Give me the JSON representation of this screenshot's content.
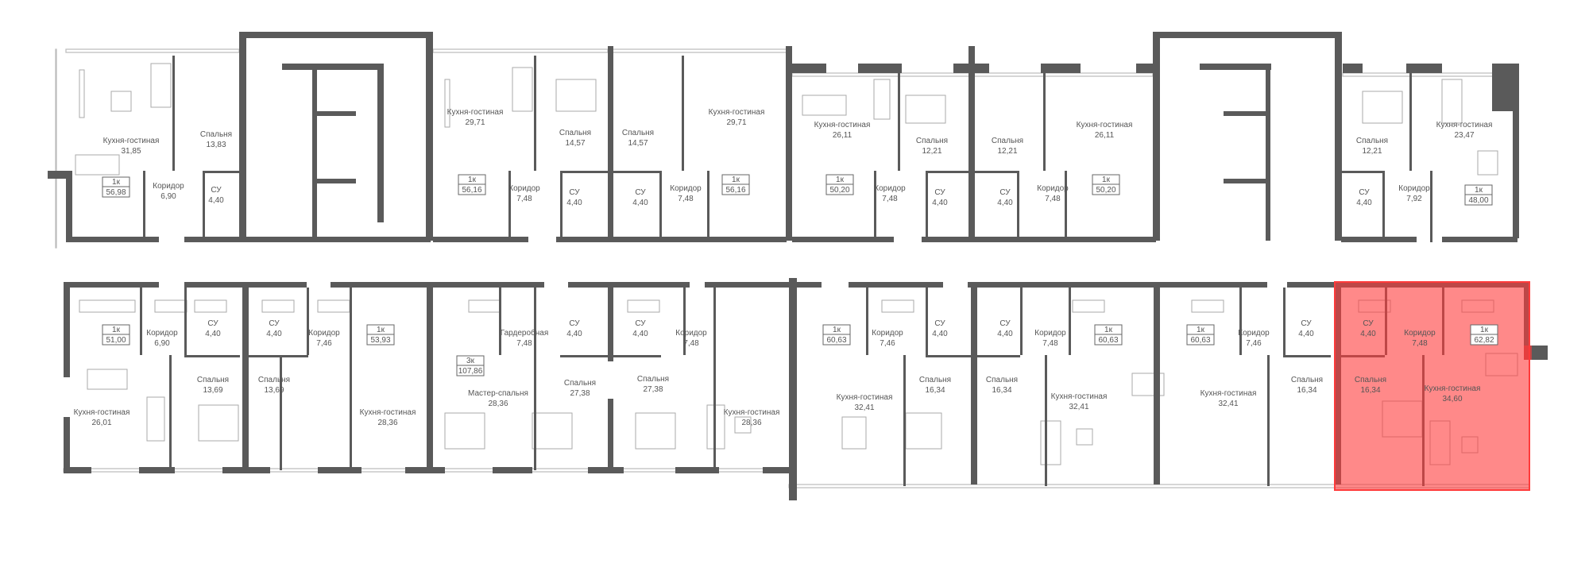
{
  "highlight_color": "#ff3b3b",
  "selected_unit_index": 12,
  "units": [
    {
      "type": "1к",
      "area": "56,98",
      "rooms": [
        {
          "name": "Кухня-гостиная",
          "area": "31,85"
        },
        {
          "name": "Спальня",
          "area": "13,83"
        },
        {
          "name": "Коридор",
          "area": "6,90"
        },
        {
          "name": "СУ",
          "area": "4,40"
        }
      ]
    },
    {
      "type": "1к",
      "area": "56,16",
      "rooms": [
        {
          "name": "Кухня-гостиная",
          "area": "29,71"
        },
        {
          "name": "Спальня",
          "area": "14,57"
        },
        {
          "name": "Коридор",
          "area": "7,48"
        },
        {
          "name": "СУ",
          "area": "4,40"
        }
      ]
    },
    {
      "type": "1к",
      "area": "56,16",
      "rooms": [
        {
          "name": "Кухня-гостиная",
          "area": "29,71"
        },
        {
          "name": "Спальня",
          "area": "14,57"
        },
        {
          "name": "Коридор",
          "area": "7,48"
        },
        {
          "name": "СУ",
          "area": "4,40"
        }
      ]
    },
    {
      "type": "1к",
      "area": "50,20",
      "rooms": [
        {
          "name": "Кухня-гостиная",
          "area": "26,11"
        },
        {
          "name": "Спальня",
          "area": "12,21"
        },
        {
          "name": "Коридор",
          "area": "7,48"
        },
        {
          "name": "СУ",
          "area": "4,40"
        }
      ]
    },
    {
      "type": "1к",
      "area": "50,20",
      "rooms": [
        {
          "name": "Кухня-гостиная",
          "area": "26,11"
        },
        {
          "name": "Спальня",
          "area": "12,21"
        },
        {
          "name": "Коридор",
          "area": "7,48"
        },
        {
          "name": "СУ",
          "area": "4,40"
        }
      ]
    },
    {
      "type": "1к",
      "area": "48,00",
      "rooms": [
        {
          "name": "Кухня-гостиная",
          "area": "23,47"
        },
        {
          "name": "Спальня",
          "area": "12,21"
        },
        {
          "name": "Коридор",
          "area": "7,92"
        },
        {
          "name": "СУ",
          "area": "4,40"
        }
      ]
    },
    {
      "type": "1к",
      "area": "51,00",
      "rooms": [
        {
          "name": "Кухня-гостиная",
          "area": "26,01"
        },
        {
          "name": "Спальня",
          "area": "13,69"
        },
        {
          "name": "Коридор",
          "area": "6,90"
        },
        {
          "name": "СУ",
          "area": "4,40"
        }
      ]
    },
    {
      "type": "1к",
      "area": "53,93",
      "rooms": [
        {
          "name": "Кухня-гостиная",
          "area": "28,36"
        },
        {
          "name": "Спальня",
          "area": "13,69"
        },
        {
          "name": "Коридор",
          "area": "7,46"
        },
        {
          "name": "СУ",
          "area": "4,40"
        }
      ]
    },
    {
      "type": "3к",
      "area": "107,86",
      "rooms": [
        {
          "name": "Мастер-спальня",
          "area": "28,36"
        },
        {
          "name": "Гардеробная",
          "area": "7,48"
        },
        {
          "name": "СУ",
          "area": "4,40"
        },
        {
          "name": "СУ",
          "area": "4,40"
        },
        {
          "name": "Спальня",
          "area": "27,38"
        },
        {
          "name": "Спальня",
          "area": "27,38"
        },
        {
          "name": "Коридор",
          "area": "7,48"
        },
        {
          "name": "Кухня-гостиная",
          "area": "28,36"
        }
      ]
    },
    {
      "type": "1к",
      "area": "60,63",
      "rooms": [
        {
          "name": "Кухня-гостиная",
          "area": "32,41"
        },
        {
          "name": "Спальня",
          "area": "16,34"
        },
        {
          "name": "Коридор",
          "area": "7,46"
        },
        {
          "name": "СУ",
          "area": "4,40"
        }
      ]
    },
    {
      "type": "1к",
      "area": "60,63",
      "rooms": [
        {
          "name": "Кухня-гостиная",
          "area": "32,41"
        },
        {
          "name": "Спальня",
          "area": "16,34"
        },
        {
          "name": "Коридор",
          "area": "7,48"
        },
        {
          "name": "СУ",
          "area": "4,40"
        }
      ]
    },
    {
      "type": "1к",
      "area": "60,63",
      "rooms": [
        {
          "name": "Кухня-гостиная",
          "area": "32,41"
        },
        {
          "name": "Спальня",
          "area": "16,34"
        },
        {
          "name": "Коридор",
          "area": "7,46"
        },
        {
          "name": "СУ",
          "area": "4,40"
        }
      ]
    },
    {
      "type": "1к",
      "area": "62,82",
      "rooms": [
        {
          "name": "Кухня-гостиная",
          "area": "34,60"
        },
        {
          "name": "Спальня",
          "area": "16,34"
        },
        {
          "name": "Коридор",
          "area": "7,48"
        },
        {
          "name": "СУ",
          "area": "4,40"
        }
      ]
    }
  ]
}
